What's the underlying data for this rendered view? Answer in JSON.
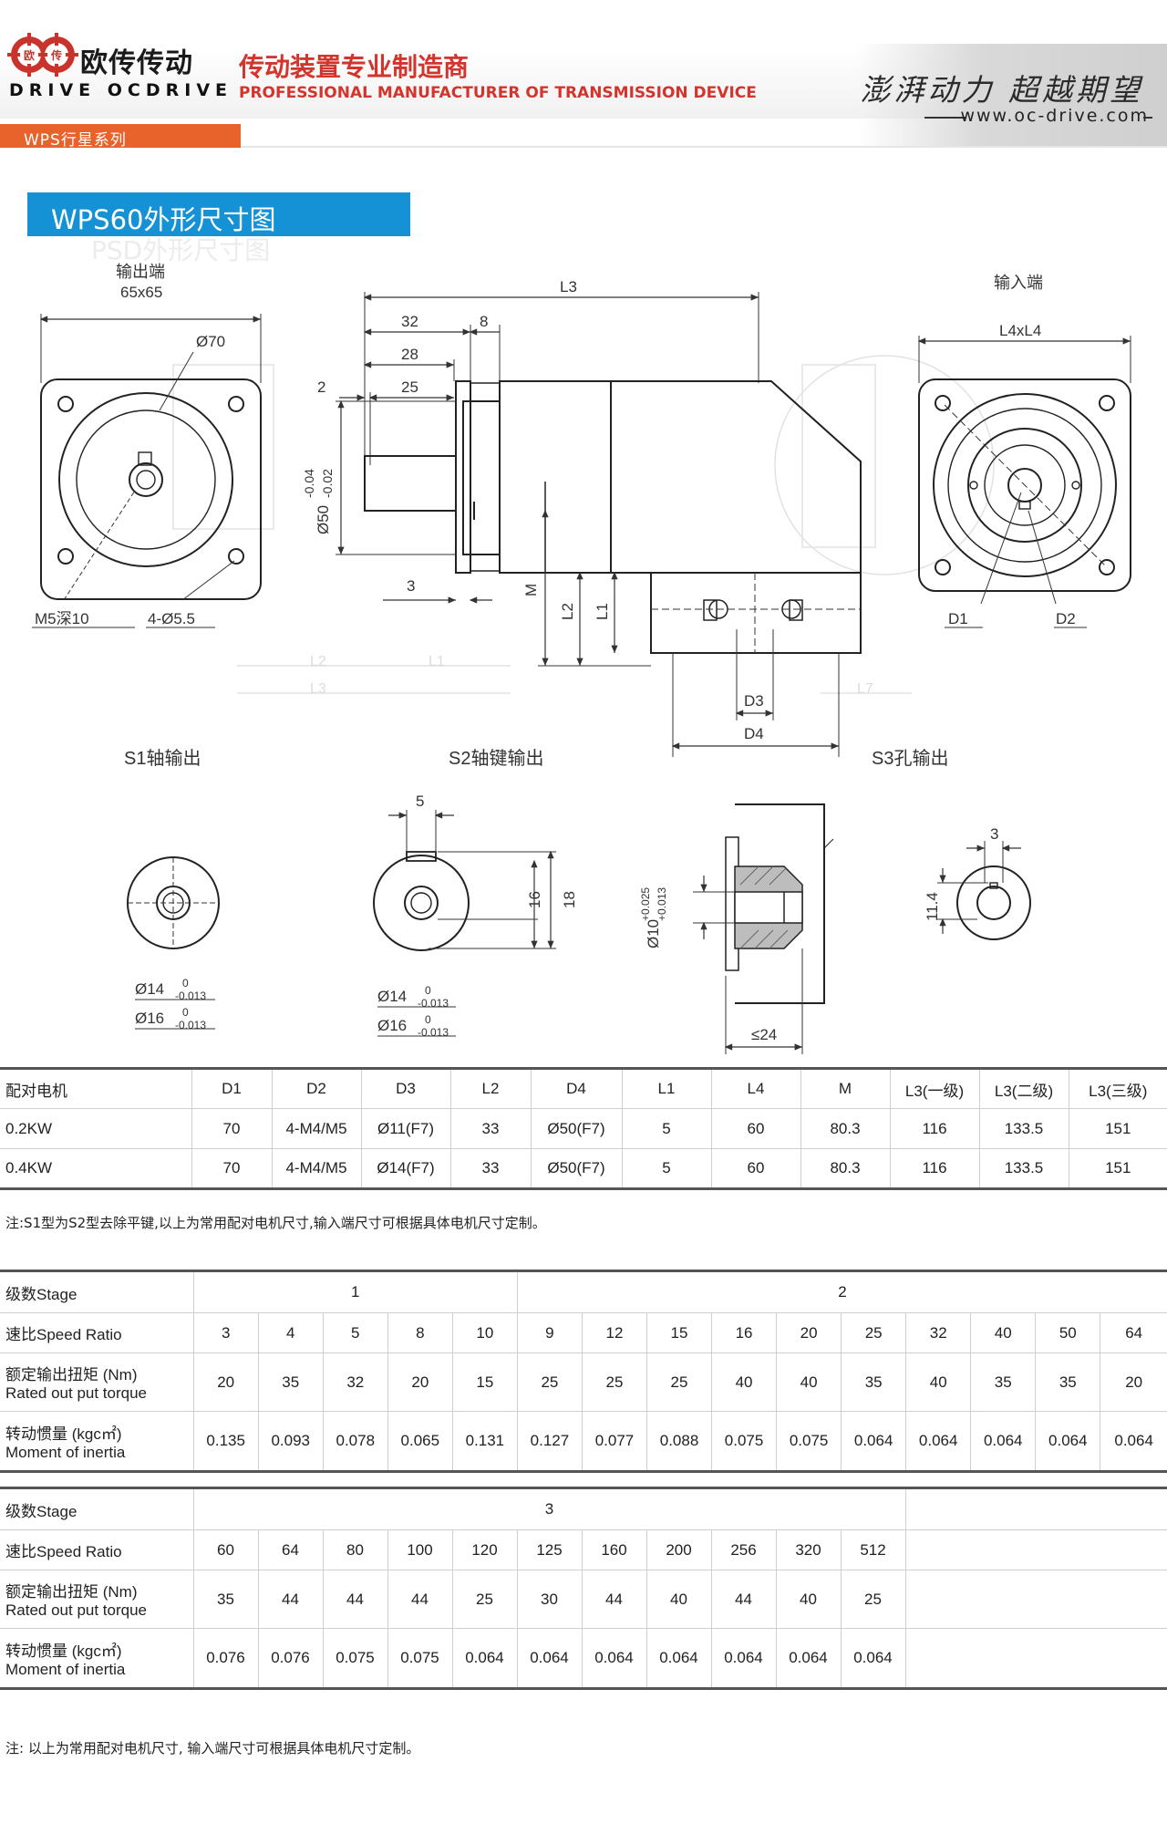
{
  "header": {
    "logo_char_top": "欧",
    "logo_char_bottom": "传",
    "brand_cn": "欧传传动",
    "brand_en": "DRIVE OCDRIVE",
    "slogan_cn": "传动装置专业制造商",
    "slogan_en": "PROFESSIONAL MANUFACTURER OF TRANSMISSION DEVICE",
    "motto": "澎湃动力 超越期望",
    "website": "www.oc-drive.com",
    "series_tab": "WPS行星系列",
    "accent_color": "#e8622c",
    "brand_red": "#d3352d"
  },
  "title": {
    "text": "WPS60外形尺寸图",
    "shadow": "PSD外形尺寸图",
    "color": "#1591d6"
  },
  "drawing": {
    "output_end_label": "输出端",
    "output_end_size": "65x65",
    "dia70": "Ø70",
    "m5_depth": "M5深10",
    "holes": "4-Ø5.5",
    "l3": "L3",
    "dim32": "32",
    "dim8": "8",
    "dim28": "28",
    "dim25": "25",
    "dim2": "2",
    "dim3": "3",
    "shaft_dia": "Ø50",
    "shaft_tol_top": "-0.04",
    "shaft_tol_bottom": "-0.02",
    "m_label": "M",
    "l2_label": "L2",
    "l1_label": "L1",
    "d3_label": "D3",
    "d4_label": "D4",
    "input_end_label": "输入端",
    "l4xl4": "L4xL4",
    "d1_label": "D1",
    "d2_label": "D2",
    "ghost_l2": "L2",
    "ghost_l1": "L1",
    "ghost_l3": "L3",
    "ghost_l7": "L7",
    "s1_title": "S1轴输出",
    "s2_title": "S2轴键输出",
    "s3_title": "S3孔输出",
    "s1_dia14": "Ø14",
    "s1_dia16": "Ø16",
    "tol_zero": "0",
    "tol_neg": "-0.013",
    "s2_key_width": "5",
    "s2_h16": "16",
    "s2_h18": "18",
    "s2_dia14": "Ø14",
    "s2_dia16": "Ø16",
    "s3_bore": "Ø10",
    "s3_tol_top": "+0.025",
    "s3_tol_bottom": "+0.013",
    "s3_len": "≤24",
    "s3_key": "3",
    "s3_h": "11.4"
  },
  "motor_table": {
    "headers": [
      "配对电机",
      "D1",
      "D2",
      "D3",
      "L2",
      "D4",
      "L1",
      "L4",
      "M",
      "L3(一级)",
      "L3(二级)",
      "L3(三级)"
    ],
    "rows": [
      [
        "0.2KW",
        "70",
        "4-M4/M5",
        "Ø11(F7)",
        "33",
        "Ø50(F7)",
        "5",
        "60",
        "80.3",
        "116",
        "133.5",
        "151"
      ],
      [
        "0.4KW",
        "70",
        "4-M4/M5",
        "Ø14(F7)",
        "33",
        "Ø50(F7)",
        "5",
        "60",
        "80.3",
        "116",
        "133.5",
        "151"
      ]
    ],
    "note": "注:S1型为S2型去除平键,以上为常用配对电机尺寸,输入端尺寸可根据具体电机尺寸定制。"
  },
  "perf_table_1": {
    "stage_label": "级数Stage",
    "stage_1": "1",
    "stage_2": "2",
    "ratio_label": "速比Speed Ratio",
    "ratios": [
      "3",
      "4",
      "5",
      "8",
      "10",
      "9",
      "12",
      "15",
      "16",
      "20",
      "25",
      "32",
      "40",
      "50",
      "64"
    ],
    "torque_label_cn": "额定输出扭矩 (Nm)",
    "torque_label_en": "Rated out put torque",
    "torques": [
      "20",
      "35",
      "32",
      "20",
      "15",
      "25",
      "25",
      "25",
      "40",
      "40",
      "35",
      "40",
      "35",
      "35",
      "20"
    ],
    "inertia_label_cn": "转动惯量 (kgc㎡)",
    "inertia_label_en": "Moment of inertia",
    "inertias": [
      "0.135",
      "0.093",
      "0.078",
      "0.065",
      "0.131",
      "0.127",
      "0.077",
      "0.088",
      "0.075",
      "0.075",
      "0.064",
      "0.064",
      "0.064",
      "0.064",
      "0.064"
    ]
  },
  "perf_table_2": {
    "stage_label": "级数Stage",
    "stage_3": "3",
    "ratio_label": "速比Speed Ratio",
    "ratios": [
      "60",
      "64",
      "80",
      "100",
      "120",
      "125",
      "160",
      "200",
      "256",
      "320",
      "512"
    ],
    "torque_label_cn": "额定输出扭矩 (Nm)",
    "torque_label_en": "Rated out put torque",
    "torques": [
      "35",
      "44",
      "44",
      "44",
      "25",
      "30",
      "44",
      "40",
      "44",
      "40",
      "25"
    ],
    "inertia_label_cn": "转动惯量 (kgc㎡)",
    "inertia_label_en": "Moment of inertia",
    "inertias": [
      "0.076",
      "0.076",
      "0.075",
      "0.075",
      "0.064",
      "0.064",
      "0.064",
      "0.064",
      "0.064",
      "0.064",
      "0.064"
    ]
  },
  "footer_note": "注: 以上为常用配对电机尺寸, 输入端尺寸可根据具体电机尺寸定制。"
}
